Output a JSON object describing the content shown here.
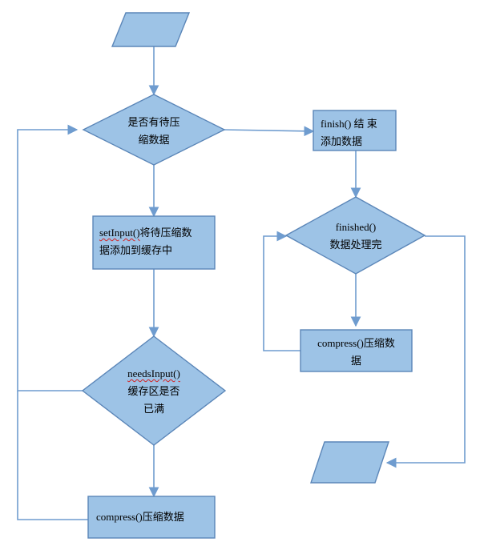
{
  "colors": {
    "fill": "#9dc3e6",
    "stroke": "#5b86b8",
    "line": "#6f9ccf",
    "spellcheck": "#d42020"
  },
  "nodes": {
    "start_io": {
      "lines": []
    },
    "has_data": {
      "lines": [
        "是否有待压",
        "缩数据"
      ]
    },
    "set_input": {
      "code": "setInput()",
      "lines": [
        "将待压缩数",
        "据添加到缓存中"
      ]
    },
    "needs_input": {
      "code": "needsInput()",
      "lines": [
        "缓存区是否",
        "已满"
      ]
    },
    "compress_left": {
      "lines": [
        "compress()压缩数据"
      ]
    },
    "finish": {
      "lines": [
        "finish() 结 束",
        "添加数据"
      ]
    },
    "finished": {
      "lines": [
        "finished()",
        "数据处理完"
      ]
    },
    "compress_right": {
      "lines": [
        "compress()压缩数",
        "据"
      ]
    },
    "end_io": {
      "lines": []
    }
  }
}
